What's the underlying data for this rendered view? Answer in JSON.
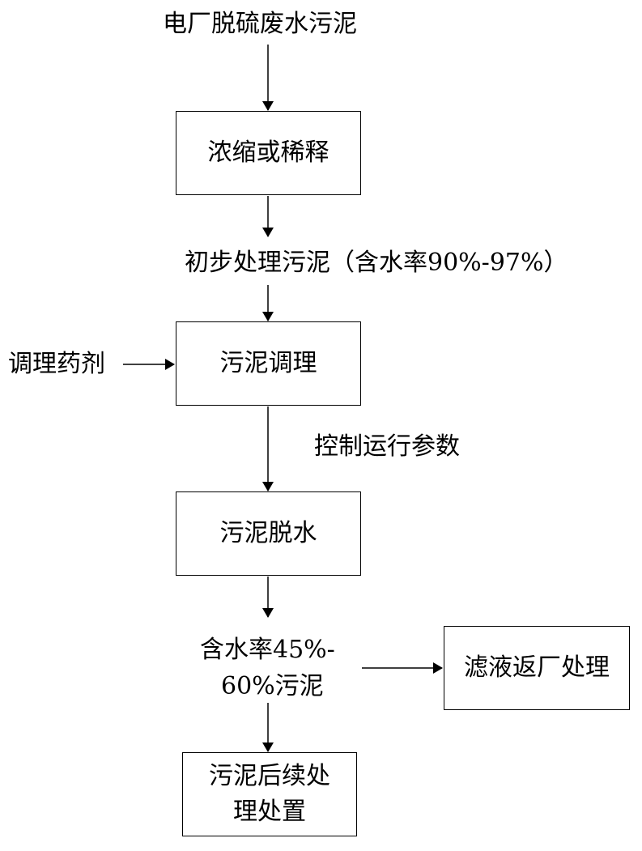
{
  "source": "电厂脱硫废水污泥",
  "steps": {
    "concentrate": "浓缩或稀释",
    "conditioning": "污泥调理",
    "dewatering": "污泥脱水",
    "filtrate": "滤液返厂处理",
    "disposal_line1": "污泥后续处",
    "disposal_line2": "理处置"
  },
  "labels": {
    "preliminary": "初步处理污泥（含水率90%-97%）",
    "agent": "调理药剂",
    "control": "控制运行参数",
    "moisture_line1": "含水率45%-",
    "moisture_line2": "60%污泥"
  }
}
